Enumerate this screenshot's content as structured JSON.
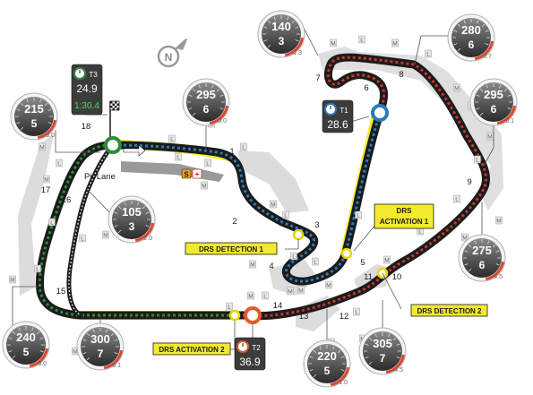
{
  "colors": {
    "sector1": "#2c7bb6",
    "sector2": "#c0392b",
    "sector3": "#2e8b3a",
    "drs": "#f2ea2e",
    "kerb": "#d9d9d9",
    "gauge_dark": "#333333"
  },
  "compass": {
    "letter": "N",
    "icon": "compass-icon"
  },
  "pit_lane": {
    "label": "Pit Lane"
  },
  "pit_box": {
    "s": "S",
    "plus": "+"
  },
  "turns": [
    "1",
    "2",
    "3",
    "4",
    "5",
    "6",
    "7",
    "8",
    "9",
    "10",
    "11",
    "12",
    "13",
    "14",
    "15",
    "16",
    "17",
    "18"
  ],
  "zones": [
    {
      "id": "drs-detection-1",
      "text": [
        "DRS DETECTION 1"
      ]
    },
    {
      "id": "drs-activation-1",
      "text": [
        "DRS",
        "ACTIVATION 1"
      ]
    },
    {
      "id": "drs-detection-2",
      "text": [
        "DRS DETECTION 2"
      ]
    },
    {
      "id": "drs-activation-2",
      "text": [
        "DRS ACTIVATION 2"
      ]
    }
  ],
  "timing": [
    {
      "id": "t1",
      "label": "T1",
      "value": "28.6",
      "extra": ""
    },
    {
      "id": "t2",
      "label": "T2",
      "value": "36.9",
      "extra": ""
    },
    {
      "id": "t3",
      "label": "T3",
      "value": "24.9",
      "extra": "1:30.4"
    }
  ],
  "gauges": [
    {
      "id": "g1",
      "speed": "215",
      "gear": "5",
      "delta": "-3.0"
    },
    {
      "id": "g2",
      "speed": "295",
      "gear": "6",
      "delta": "0.0"
    },
    {
      "id": "g3",
      "speed": "105",
      "gear": "3",
      "delta": "2.0"
    },
    {
      "id": "g4",
      "speed": "140",
      "gear": "3",
      "delta": "-1.3"
    },
    {
      "id": "g5",
      "speed": "280",
      "gear": "6",
      "delta": "-0.7"
    },
    {
      "id": "g6",
      "speed": "295",
      "gear": "6",
      "delta": "0.1"
    },
    {
      "id": "g7",
      "speed": "275",
      "gear": "6",
      "delta": "-4.5"
    },
    {
      "id": "g8",
      "speed": "305",
      "gear": "7",
      "delta": "-4.5"
    },
    {
      "id": "g9",
      "speed": "220",
      "gear": "5",
      "delta": "1.0"
    },
    {
      "id": "g10",
      "speed": "300",
      "gear": "7",
      "delta": "0.1"
    },
    {
      "id": "g11",
      "speed": "240",
      "gear": "5",
      "delta": "-3.0"
    }
  ],
  "markers": {
    "m": "M",
    "l": "L"
  }
}
